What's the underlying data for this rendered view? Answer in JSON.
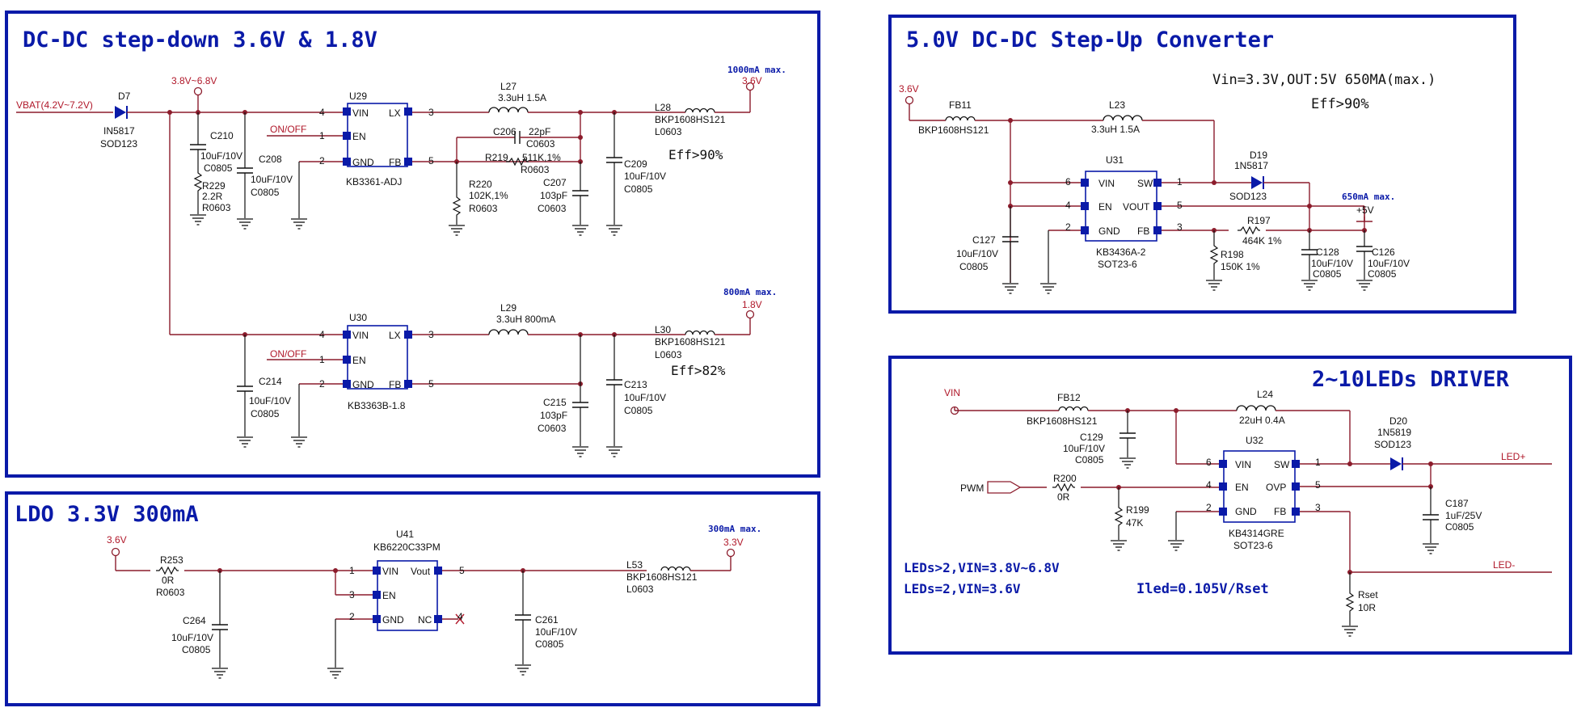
{
  "sections": {
    "stepdown": "DC-DC step-down 3.6V & 1.8V",
    "ldo": "LDO 3.3V 300mA",
    "stepup": "5.0V DC-DC Step-Up Converter",
    "led": "2~10LEDs DRIVER"
  },
  "stepdown": {
    "vbat": "VBAT(4.2V~7.2V)",
    "range": "3.8V~6.8V",
    "d7": "D7",
    "d7v": "IN5817",
    "d7p": "SOD123",
    "c210": "C210",
    "c210v": "10uF/10V",
    "c210p": "C0805",
    "r229": "R229",
    "r229v": "2.2R",
    "r229p": "R0603",
    "c208": "C208",
    "c208v": "10uF/10V",
    "c208p": "C0805",
    "u29": "U29",
    "u29p": "KB3361-ADJ",
    "onoff1": "ON/OFF",
    "l27": "L27",
    "l27v": "3.3uH 1.5A",
    "c206": "C206",
    "c206v": "22pF",
    "c206p": "C0603",
    "r219": "R219",
    "r219v": "511K,1%",
    "r219p": "R0603",
    "r220": "R220",
    "r220v": "102K,1%",
    "r220p": "R0603",
    "c207": "C207",
    "c207v": "103pF",
    "c207p": "C0603",
    "c209": "C209",
    "c209v": "10uF/10V",
    "c209p": "C0805",
    "l28": "L28",
    "l28v": "BKP1608HS121",
    "l28p": "L0603",
    "max1": "1000mA max.",
    "out1": "3.6V",
    "eff1": "Eff>90%",
    "u30": "U30",
    "u30p": "KB3363B-1.8",
    "onoff2": "ON/OFF",
    "c214": "C214",
    "c214v": "10uF/10V",
    "c214p": "C0805",
    "l29": "L29",
    "l29v": "3.3uH 800mA",
    "c215": "C215",
    "c215v": "103pF",
    "c215p": "C0603",
    "c213": "C213",
    "c213v": "10uF/10V",
    "c213p": "C0805",
    "l30": "L30",
    "l30v": "BKP1608HS121",
    "l30p": "L0603",
    "max2": "800mA max.",
    "out2": "1.8V",
    "eff2": "Eff>82%"
  },
  "ldo": {
    "vin": "3.6V",
    "r253": "R253",
    "r253v": "0R",
    "r253p": "R0603",
    "c264": "C264",
    "c264v": "10uF/10V",
    "c264p": "C0805",
    "u41": "U41",
    "u41p": "KB6220C33PM",
    "c261": "C261",
    "c261v": "10uF/10V",
    "c261p": "C0805",
    "l53": "L53",
    "l53v": "BKP1608HS121",
    "l53p": "L0603",
    "max": "300mA max.",
    "out": "3.3V"
  },
  "stepup": {
    "vin": "3.6V",
    "fb11": "FB11",
    "fb11v": "BKP1608HS121",
    "l23": "L23",
    "l23v": "3.3uH 1.5A",
    "u31": "U31",
    "u31p": "KB3436A-2",
    "u31pk": "SOT23-6",
    "c127": "C127",
    "c127v": "10uF/10V",
    "c127p": "C0805",
    "d19": "D19",
    "d19v": "1N5817",
    "d19p": "SOD123",
    "r197": "R197",
    "r197v": "464K 1%",
    "r198": "R198",
    "r198v": "150K 1%",
    "c128": "C128",
    "c128v": "10uF/10V",
    "c128p": "C0805",
    "c126": "C126",
    "c126v": "10uF/10V",
    "c126p": "C0805",
    "max": "650mA max.",
    "out": "+5V",
    "spec": "Vin=3.3V,OUT:5V 650MA(max.)",
    "eff": "Eff>90%"
  },
  "led": {
    "vin": "VIN",
    "fb12": "FB12",
    "fb12v": "BKP1608HS121",
    "c129": "C129",
    "c129v": "10uF/10V",
    "c129p": "C0805",
    "l24": "L24",
    "l24v": "22uH 0.4A",
    "u32": "U32",
    "u32p": "KB4314GRE",
    "u32pk": "SOT23-6",
    "pwm": "PWM",
    "r200": "R200",
    "r200v": "0R",
    "r199": "R199",
    "r199v": "47K",
    "d20": "D20",
    "d20v": "1N5819",
    "d20p": "SOD123",
    "c187": "C187",
    "c187v": "1uF/25V",
    "c187p": "C0805",
    "ledp": "LED+",
    "ledm": "LED-",
    "rset": "Rset",
    "rsetv": "10R",
    "n1": "LEDs>2,VIN=3.8V~6.8V",
    "n2": "LEDs=2,VIN=3.6V",
    "n3": "Iled=0.105V/Rset"
  },
  "pins": {
    "vin": "VIN",
    "en": "EN",
    "gnd": "GND",
    "lx": "LX",
    "fb": "FB",
    "sw": "SW",
    "vout": "VOUT",
    "vout2": "Vout",
    "nc": "NC",
    "ovp": "OVP"
  }
}
